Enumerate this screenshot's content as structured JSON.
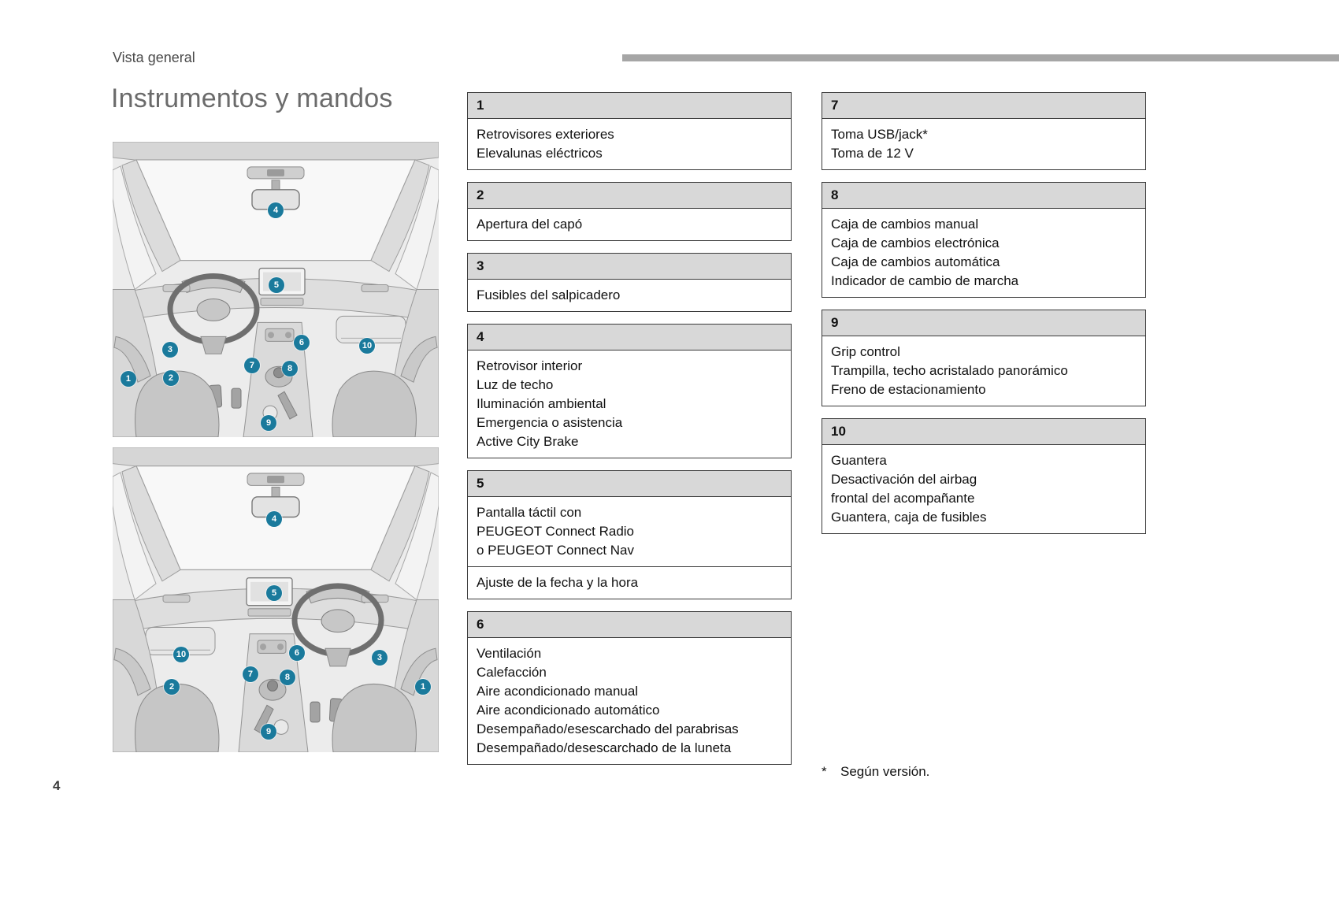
{
  "page": {
    "section_label": "Vista general",
    "title": "Instrumentos y mandos",
    "page_number": "4",
    "footnote_marker": "*",
    "footnote_text": "Según versión."
  },
  "colors": {
    "marker": "#1a7a9c",
    "table_header_bg": "#d8d8d8",
    "table_border": "#3a3a3a",
    "top_bar": "#a6a6a6"
  },
  "columns": {
    "middle": [
      {
        "number": "1",
        "rows": [
          [
            "Retrovisores exteriores",
            "Elevalunas eléctricos"
          ]
        ]
      },
      {
        "number": "2",
        "rows": [
          [
            "Apertura del capó"
          ]
        ]
      },
      {
        "number": "3",
        "rows": [
          [
            "Fusibles del salpicadero"
          ]
        ]
      },
      {
        "number": "4",
        "rows": [
          [
            "Retrovisor interior",
            "Luz de techo",
            "Iluminación ambiental",
            "Emergencia o asistencia",
            "Active City Brake"
          ]
        ]
      },
      {
        "number": "5",
        "rows": [
          [
            "Pantalla táctil con",
            "PEUGEOT Connect Radio",
            "o PEUGEOT Connect Nav"
          ],
          [
            "Ajuste de la fecha y la hora"
          ]
        ]
      },
      {
        "number": "6",
        "rows": [
          [
            "Ventilación",
            "Calefacción",
            "Aire acondicionado manual",
            "Aire acondicionado automático",
            "Desempañado/esescarchado del parabrisas",
            "Desempañado/desescarchado de la luneta"
          ]
        ]
      }
    ],
    "right": [
      {
        "number": "7",
        "rows": [
          [
            "Toma USB/jack*",
            "Toma de 12 V"
          ]
        ]
      },
      {
        "number": "8",
        "rows": [
          [
            "Caja de cambios manual",
            "Caja de cambios electrónica",
            "Caja de cambios automática",
            "Indicador de cambio de marcha"
          ]
        ]
      },
      {
        "number": "9",
        "rows": [
          [
            "Grip control",
            "Trampilla, techo acristalado panorámico",
            "Freno de estacionamiento"
          ]
        ]
      },
      {
        "number": "10",
        "rows": [
          [
            "Guantera",
            "Desactivación del airbag",
            "frontal del acompañante",
            "Guantera, caja de fusibles"
          ]
        ]
      }
    ]
  },
  "illustrations": [
    {
      "name": "dashboard-left-hand-drive",
      "markers": [
        {
          "n": "1",
          "x": 4.83,
          "y": 80.27
        },
        {
          "n": "2",
          "x": 17.87,
          "y": 80.0
        },
        {
          "n": "3",
          "x": 17.63,
          "y": 70.4
        },
        {
          "n": "4",
          "x": 50.0,
          "y": 23.2
        },
        {
          "n": "5",
          "x": 50.24,
          "y": 48.53
        },
        {
          "n": "6",
          "x": 57.97,
          "y": 68.0
        },
        {
          "n": "7",
          "x": 42.75,
          "y": 75.73
        },
        {
          "n": "8",
          "x": 54.35,
          "y": 76.8
        },
        {
          "n": "9",
          "x": 47.83,
          "y": 95.2
        },
        {
          "n": "10",
          "x": 78.02,
          "y": 69.07
        }
      ]
    },
    {
      "name": "dashboard-right-hand-drive",
      "markers": [
        {
          "n": "1",
          "x": 95.17,
          "y": 78.55
        },
        {
          "n": "2",
          "x": 18.12,
          "y": 78.55
        },
        {
          "n": "3",
          "x": 81.88,
          "y": 69.0
        },
        {
          "n": "4",
          "x": 49.52,
          "y": 23.51
        },
        {
          "n": "5",
          "x": 49.52,
          "y": 47.8
        },
        {
          "n": "6",
          "x": 56.52,
          "y": 67.44
        },
        {
          "n": "7",
          "x": 42.27,
          "y": 74.42
        },
        {
          "n": "8",
          "x": 53.62,
          "y": 75.45
        },
        {
          "n": "9",
          "x": 47.83,
          "y": 93.28
        },
        {
          "n": "10",
          "x": 21.01,
          "y": 67.96
        }
      ]
    }
  ]
}
